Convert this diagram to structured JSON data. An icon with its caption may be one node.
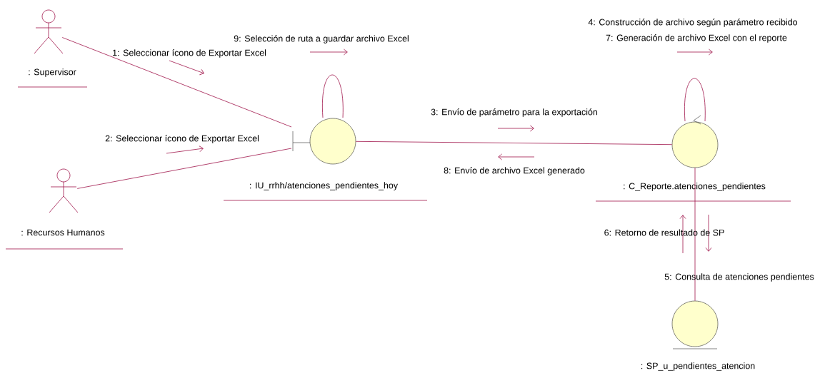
{
  "diagram": {
    "nodes": [
      {
        "text": [
          ": Supervisor"
        ]
      },
      {
        "text": [
          ": Recursos Humanos"
        ]
      },
      {
        "text": [
          ": IU_rrhh/atenciones_pendientes_hoy"
        ]
      },
      {
        "text": [
          ": C_Reporte.atenciones_pendientes"
        ]
      },
      {
        "text": [
          ": SP_u_pendientes_atencion"
        ]
      }
    ],
    "edges": [
      {
        "from": 0,
        "to": 2,
        "arrow": "none"
      },
      {
        "from": 1,
        "to": 2,
        "arrow": "none"
      },
      {
        "from": 2,
        "to": 2,
        "arrow": "none"
      },
      {
        "from": 2,
        "to": 3,
        "arrow": "none"
      },
      {
        "from": 3,
        "to": 3,
        "arrow": "none"
      },
      {
        "from": 3,
        "to": 4,
        "arrow": "none"
      }
    ],
    "labels": [
      "4: Construcción de archivo según parámetro recibido",
      "7: Generación de archivo Excel con el reporte",
      "9: Selección de ruta a guardar archivo Excel",
      "1: Seleccionar ícono de Exportar Excel",
      "3: Envío de parámetro para la exportación",
      "2: Seleccionar ícono de Exportar Excel",
      "8: Envío de archivo Excel generado",
      "6: Retorno de resultado de SP",
      "5: Consulta de atenciones pendientes"
    ]
  }
}
